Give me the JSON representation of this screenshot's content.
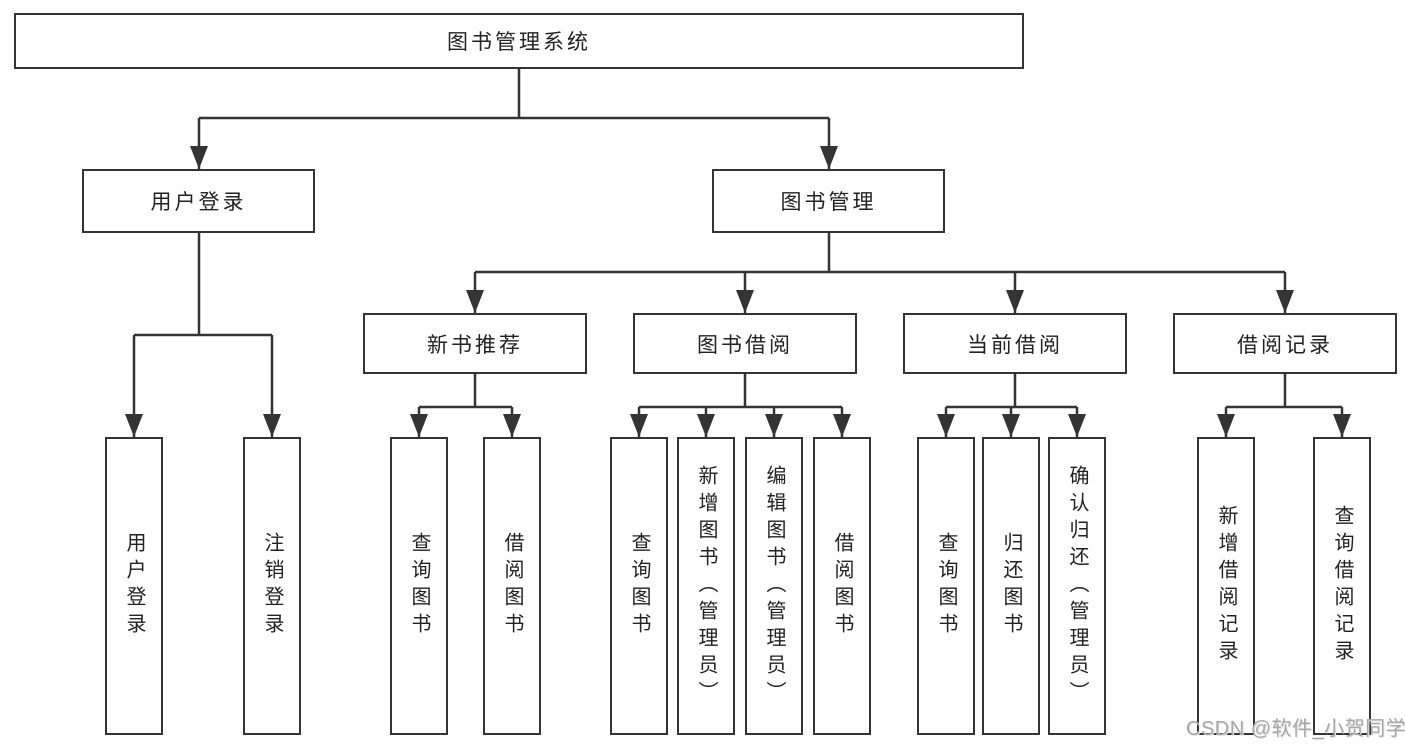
{
  "tree": {
    "label": "图书管理系统",
    "children": [
      {
        "label": "用户登录",
        "children": [
          {
            "label": "用户登录"
          },
          {
            "label": "注销登录"
          }
        ]
      },
      {
        "label": "图书管理",
        "children": [
          {
            "label": "新书推荐",
            "children": [
              {
                "label": "查询图书"
              },
              {
                "label": "借阅图书"
              }
            ]
          },
          {
            "label": "图书借阅",
            "children": [
              {
                "label": "查询图书"
              },
              {
                "label": "新增图书（管理员）"
              },
              {
                "label": "编辑图书（管理员）"
              },
              {
                "label": "借阅图书"
              }
            ]
          },
          {
            "label": "当前借阅",
            "children": [
              {
                "label": "查询图书"
              },
              {
                "label": "归还图书"
              },
              {
                "label": "确认归还（管理员）"
              }
            ]
          },
          {
            "label": "借阅记录",
            "children": [
              {
                "label": "新增借阅记录"
              },
              {
                "label": "查询借阅记录"
              }
            ]
          }
        ]
      }
    ]
  },
  "watermark": "CSDN @软件_小贺同学",
  "colors": {
    "line": "#343434",
    "box_border": "#343434",
    "text": "#222222",
    "watermark": "#a8a8a8"
  }
}
